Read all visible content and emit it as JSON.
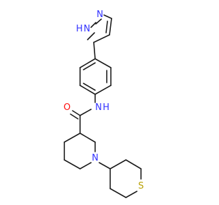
{
  "molecule": {
    "atoms": {
      "pyrazole_nh": "N",
      "pyrazole_nh_h": "H",
      "pyrazole_n2": "N",
      "amide_n": "N",
      "amide_h": "H",
      "carbonyl_o": "O",
      "piperidine_n": "N",
      "thiane_s": "S"
    },
    "colors": {
      "bond": "#1a1a1a",
      "nitrogen": "#3030ff",
      "oxygen": "#ff0d0d",
      "sulfur": "#b8a000"
    }
  }
}
